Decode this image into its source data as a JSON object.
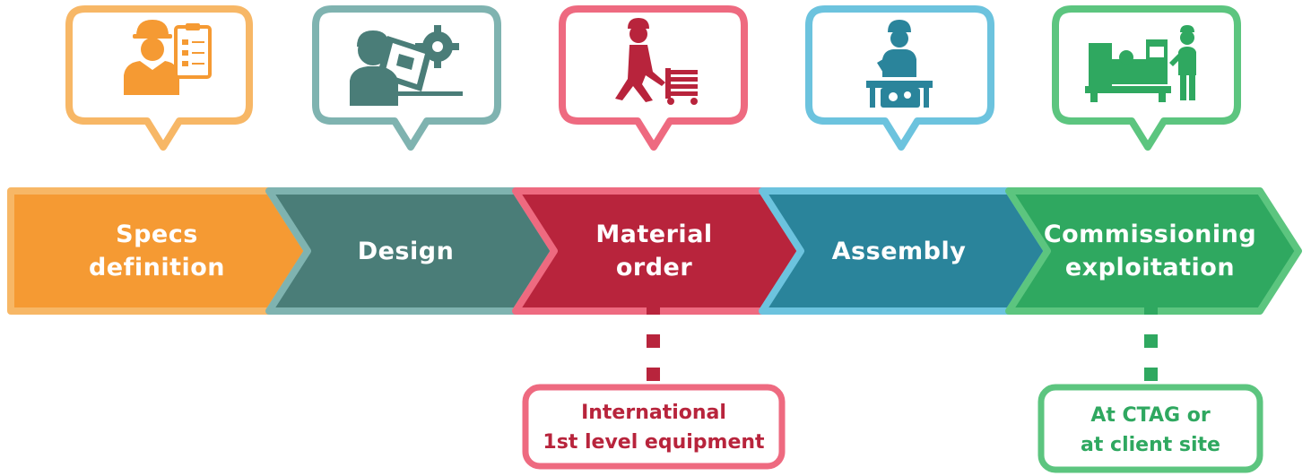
{
  "stages": [
    {
      "label": "Specs\ndefinition",
      "icon": "engineer-clipboard-icon",
      "color": "#f59a33",
      "border": "#f7b766"
    },
    {
      "label": "Design",
      "icon": "designer-computer-gear-icon",
      "color": "#4a7d78",
      "border": "#7fb3b0"
    },
    {
      "label": "Material\norder",
      "icon": "worker-trolley-icon",
      "color": "#b8243c",
      "border": "#ee6a80"
    },
    {
      "label": "Assembly",
      "icon": "worker-assembly-icon",
      "color": "#2a849b",
      "border": "#6cc3de"
    },
    {
      "label": "Commissioning\nexploitation",
      "icon": "worker-machine-icon",
      "color": "#2fa860",
      "border": "#5cc57f"
    }
  ],
  "notes": [
    {
      "text": "International\n1st level equipment",
      "color": "#b8243c",
      "border": "#ee6a80"
    },
    {
      "text": "At CTAG or\nat client site",
      "color": "#2fa860",
      "border": "#5cc57f"
    }
  ]
}
